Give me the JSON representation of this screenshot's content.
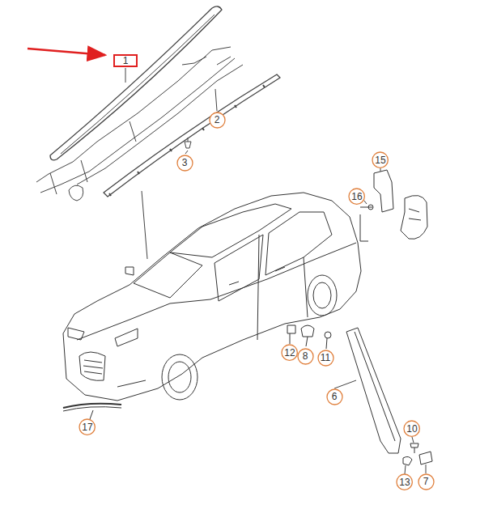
{
  "diagram": {
    "nodes": [
      {
        "text": [
          "1"
        ]
      },
      {
        "text": [
          "2"
        ]
      },
      {
        "text": [
          "3"
        ]
      },
      {
        "text": [
          "15"
        ]
      },
      {
        "text": [
          "16"
        ]
      },
      {
        "text": [
          "12"
        ]
      },
      {
        "text": [
          "8"
        ]
      },
      {
        "text": [
          "11"
        ]
      },
      {
        "text": [
          "6"
        ]
      },
      {
        "text": [
          "17"
        ]
      },
      {
        "text": [
          "10"
        ]
      },
      {
        "text": [
          "13"
        ]
      },
      {
        "text": [
          "7"
        ]
      }
    ]
  }
}
